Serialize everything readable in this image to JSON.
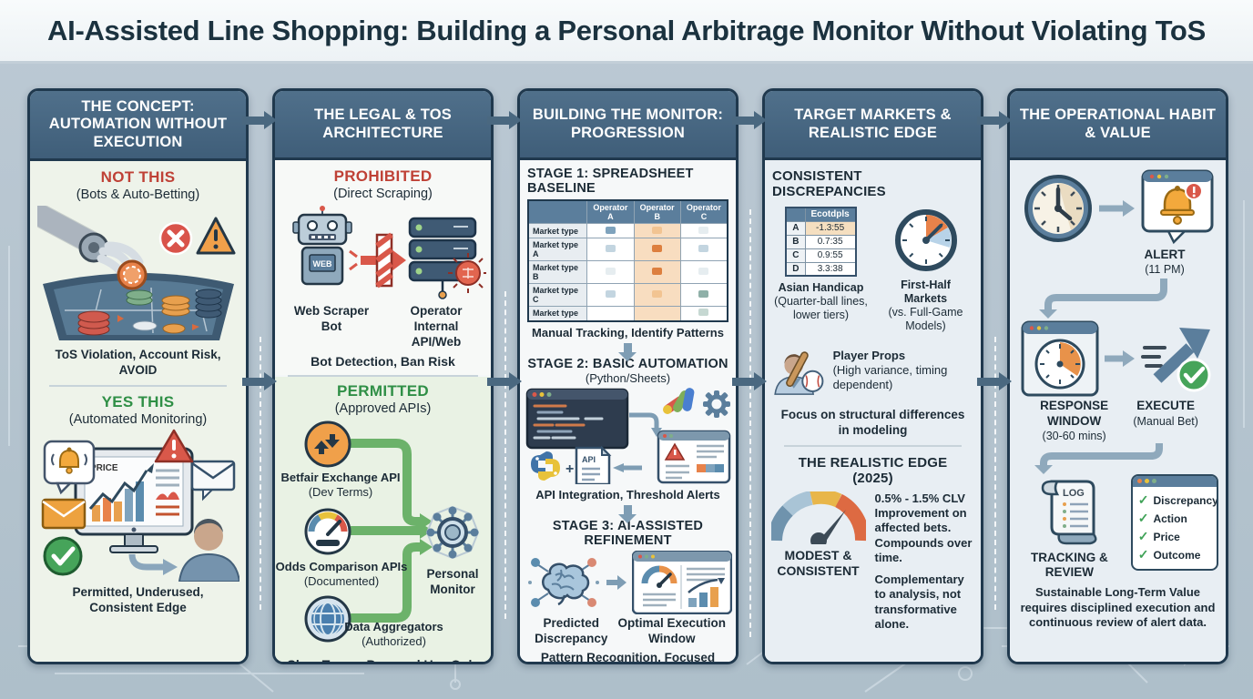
{
  "page": {
    "title": "AI-Assisted Line Shopping: Building a Personal Arbitrage Monitor Without Violating ToS"
  },
  "colors": {
    "accent_slate": "#4a6880",
    "panel_header": "#47667f",
    "panel_border": "#20394e",
    "red": "#bf4136",
    "green": "#2f8f46",
    "orange": "#f0a04a",
    "dots": {
      "blue": "#7fa3bd",
      "blueLight": "#c3d5e0",
      "faint": "#e6edf0",
      "orange": "#dd7f3f",
      "orangeLight": "#f2c492",
      "teal": "#8fb0a8",
      "tealLight": "#c6d8d2",
      "none": "transparent"
    }
  },
  "panels": [
    {
      "title": "THE CONCEPT: AUTOMATION WITHOUT EXECUTION",
      "not_this": {
        "heading": "NOT THIS",
        "sub": "(Bots & Auto-Betting)",
        "caption": "ToS Violation, Account Risk, AVOID"
      },
      "yes_this": {
        "heading": "YES THIS",
        "sub": "(Automated Monitoring)",
        "monitor_label": "PRICE",
        "caption": "Permitted, Underused, Consistent Edge"
      }
    },
    {
      "title": "THE LEGAL & TOS ARCHITECTURE",
      "prohibited": {
        "heading": "PROHIBITED",
        "sub": "(Direct Scraping)",
        "bot_chest": "WEB",
        "left_label": "Web Scraper Bot",
        "right_label": "Operator Internal API/Web",
        "caption": "Bot Detection, Ban Risk"
      },
      "permitted": {
        "heading": "PERMITTED",
        "sub": "(Approved APIs)",
        "sources": [
          {
            "label": "Betfair Exchange API",
            "sub": "(Dev Terms)",
            "icon": "exchange-arrows-icon"
          },
          {
            "label": "Odds Comparison APIs",
            "sub": "(Documented)",
            "icon": "gauge-icon"
          },
          {
            "label": "Data Aggregators",
            "sub": "(Authorized)",
            "icon": "globe-icon"
          }
        ],
        "hub_label": "Personal Monitor",
        "caption": "Clear Terms, Personal Use Only"
      }
    },
    {
      "title": "BUILDING THE MONITOR: PROGRESSION",
      "stage1": {
        "heading": "STAGE 1: SPREADSHEET BASELINE",
        "caption": "Manual Tracking, Identify Patterns",
        "table": {
          "columns": [
            "Operator A",
            "Operator B",
            "Operator C"
          ],
          "highlight_col": 1,
          "rows": [
            {
              "label": "Market type",
              "cells": [
                "blue",
                "orangeLight",
                "faint"
              ]
            },
            {
              "label": "Market type A",
              "cells": [
                "blueLight",
                "orange",
                "blueLight"
              ]
            },
            {
              "label": "Market type B",
              "cells": [
                "faint",
                "orange",
                "faint"
              ]
            },
            {
              "label": "Market type C",
              "cells": [
                "blueLight",
                "orangeLight",
                "teal"
              ]
            },
            {
              "label": "Market type",
              "cells": [
                "none",
                "none",
                "tealLight"
              ]
            }
          ]
        }
      },
      "stage2": {
        "heading": "STAGE 2: BASIC AUTOMATION",
        "sub": "(Python/Sheets)",
        "api_label": "API",
        "caption": "API Integration, Threshold Alerts"
      },
      "stage3": {
        "heading": "STAGE 3: AI-ASSISTED REFINEMENT",
        "left_label": "Predicted Discrepancy",
        "right_label": "Optimal Execution Window",
        "caption": "Pattern Recognition, Focused Alerts"
      }
    },
    {
      "title": "TARGET MARKETS & REALISTIC EDGE",
      "heading": "CONSISTENT DISCREPANCIES",
      "mini_table": {
        "header": "Ecotdpls",
        "rows": [
          [
            "A",
            "-1.3:55"
          ],
          [
            "B",
            "0.7:35"
          ],
          [
            "C",
            "0.9:55"
          ],
          [
            "D",
            "3.3:38"
          ]
        ]
      },
      "asian": {
        "label": "Asian Handicap",
        "sub": "(Quarter-ball lines, lower tiers)"
      },
      "first_half": {
        "label": "First-Half Markets",
        "sub": "(vs. Full-Game Models)"
      },
      "props": {
        "label": "Player Props",
        "sub": "(High variance, timing dependent)"
      },
      "focus": "Focus on structural differences in modeling",
      "edge": {
        "heading": "THE REALISTIC EDGE",
        "sub": "(2025)",
        "gauge_label": "MODEST & CONSISTENT",
        "text1": "0.5% - 1.5% CLV Improvement on affected bets. Compounds over time.",
        "text2": "Complementary to analysis, not transformative alone."
      }
    },
    {
      "title": "THE OPERATIONAL HABIT & VALUE",
      "alert": {
        "label": "ALERT",
        "sub": "(11 PM)"
      },
      "response": {
        "label": "RESPONSE WINDOW",
        "sub": "(30-60 mins)"
      },
      "execute": {
        "label": "EXECUTE",
        "sub": "(Manual Bet)"
      },
      "tracking": {
        "label": "TRACKING & REVIEW",
        "log_label": "LOG"
      },
      "checklist": [
        "Discrepancy",
        "Action",
        "Price",
        "Outcome"
      ],
      "caption": "Sustainable Long-Term Value requires disciplined execution and continuous review of alert data."
    }
  ]
}
